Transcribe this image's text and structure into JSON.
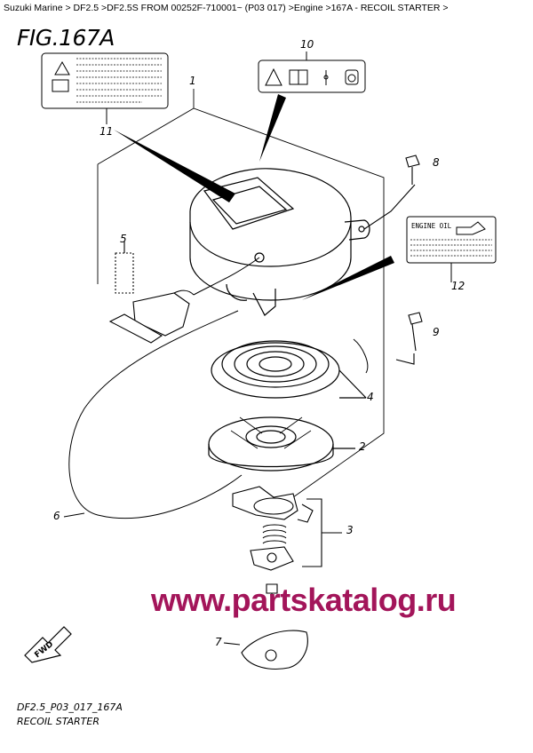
{
  "breadcrumb": "Suzuki Marine > DF2.5 >DF2.5S FROM 00252F-710001~ (P03 017) >Engine >167A - RECOIL STARTER >",
  "figure_title": "FIG.167A",
  "callouts": {
    "c1": "1",
    "c2": "2",
    "c3": "3",
    "c4": "4",
    "c5": "5",
    "c6": "6",
    "c7": "7",
    "c8": "8",
    "c9": "9",
    "c10": "10",
    "c11": "11",
    "c12": "12"
  },
  "engine_oil_label": "ENGINE OIL",
  "fwd_label": "FWD",
  "watermark": "www.partskatalog.ru",
  "footer": {
    "code": "DF2.5_P03_017_167A",
    "title": "RECOIL STARTER"
  }
}
